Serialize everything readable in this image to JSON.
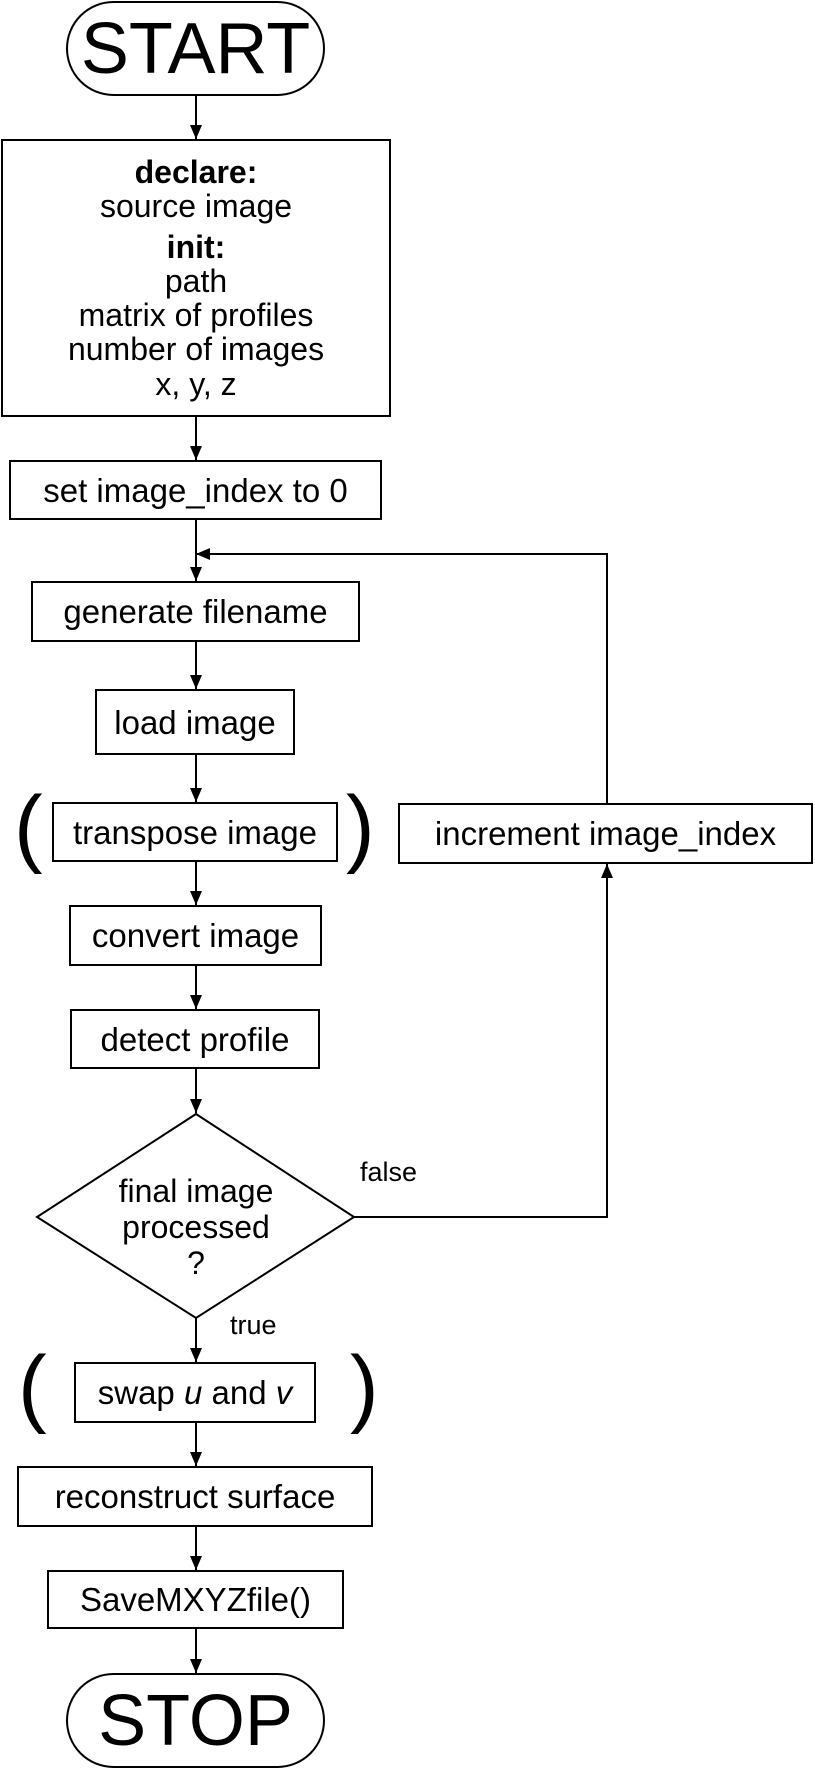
{
  "flowchart": {
    "start": "START",
    "declare_block": {
      "declare_heading": "declare:",
      "declare_items": [
        "source image"
      ],
      "init_heading": "init:",
      "init_items": [
        "path",
        "matrix of profiles",
        "number of images",
        "x, y, z"
      ]
    },
    "steps": {
      "set_index": "set image_index to 0",
      "generate_filename": "generate filename",
      "load_image": "load image",
      "transpose_image": "transpose image",
      "convert_image": "convert image",
      "detect_profile": "detect profile",
      "decision_lines": [
        "final image",
        "processed",
        "?"
      ],
      "increment_index": "increment image_index",
      "swap_prefix": "swap ",
      "swap_u": "u",
      "swap_and": " and ",
      "swap_v": "v",
      "reconstruct_surface": "reconstruct surface",
      "save_file": "SaveMXYZfile()"
    },
    "branch_labels": {
      "false": "false",
      "true": "true"
    },
    "optional_markers": {
      "open": "(",
      "close": ")"
    },
    "stop": "STOP"
  }
}
